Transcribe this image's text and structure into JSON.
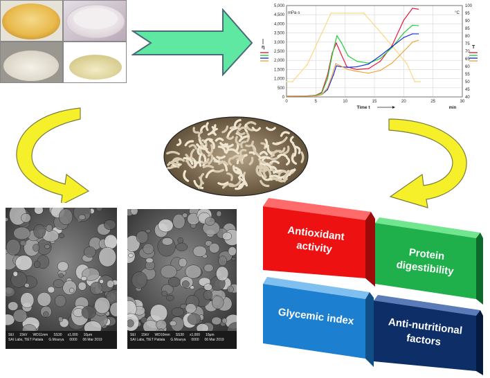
{
  "colors": {
    "arrow_green": "#5fe8a2",
    "arrow_yellow": "#f5f02a",
    "box_red": "#ee1111",
    "box_green": "#1fb04c",
    "box_blue": "#1c7fcf",
    "box_navy": "#0d2e66",
    "curve_red": "#e8173a",
    "curve_green": "#1fcf3a",
    "curve_blue": "#1830d8",
    "curve_orange": "#f3a23a",
    "temperature": "#ffd070"
  },
  "chart_data": {
    "type": "line",
    "xlabel": "Time t",
    "x_unit": "min",
    "y_left_unit": "mPa·s",
    "y_left_symbol": "η",
    "y_right_unit": "°C",
    "y_right_symbol": "T",
    "xlim": [
      0,
      30
    ],
    "ylim_left": [
      0,
      5000
    ],
    "ylim_right": [
      40,
      100
    ],
    "x_ticks": [
      "0",
      "5",
      "10",
      "15",
      "20",
      "25",
      "30"
    ],
    "y_left_ticks": [
      "0",
      "500",
      "1,000",
      "1,500",
      "2,000",
      "2,500",
      "3,000",
      "3,500",
      "4,000",
      "4,500",
      "5,000"
    ],
    "y_right_ticks": [
      "40",
      "45",
      "50",
      "55",
      "60",
      "65",
      "70",
      "75",
      "80",
      "85",
      "90",
      "95",
      "100"
    ],
    "grid": true,
    "temperature_profile": {
      "x": [
        0,
        1,
        3.5,
        7.6,
        13.2,
        16.6,
        20.5,
        21.9,
        22.8
      ],
      "y": [
        50,
        50,
        61,
        95,
        95,
        80,
        62,
        50,
        50
      ]
    },
    "series": [
      {
        "color": "#e8173a",
        "x": [
          0,
          3,
          5,
          6,
          7,
          7.8,
          8.5,
          9.3,
          10.3,
          12,
          14,
          16,
          18,
          20,
          21.5,
          22.5
        ],
        "y": [
          40,
          45,
          90,
          250,
          1200,
          2400,
          2950,
          2350,
          1650,
          1500,
          1550,
          1950,
          2800,
          4200,
          4850,
          4800
        ]
      },
      {
        "color": "#1fcf3a",
        "x": [
          0,
          3,
          5,
          6,
          7,
          7.8,
          8.6,
          9.4,
          10.5,
          12,
          14,
          16,
          18,
          20,
          21.5,
          22.5
        ],
        "y": [
          40,
          45,
          80,
          200,
          1000,
          2300,
          3350,
          2950,
          2250,
          1950,
          1850,
          2100,
          2700,
          3500,
          3920,
          3900
        ]
      },
      {
        "color": "#1830d8",
        "x": [
          0,
          3,
          5,
          6,
          7,
          8,
          8.5,
          9.3,
          10.5,
          12,
          14,
          16,
          18,
          20,
          21.5,
          22.5
        ],
        "y": [
          40,
          45,
          60,
          120,
          400,
          1200,
          1700,
          1650,
          1620,
          1650,
          1800,
          2250,
          2750,
          3250,
          3450,
          3450
        ]
      },
      {
        "color": "#f3a23a",
        "x": [
          0,
          3,
          5,
          6,
          7,
          7.8,
          8.4,
          9.2,
          10.5,
          12,
          14,
          16,
          18,
          20,
          21.5,
          22.5
        ],
        "y": [
          40,
          45,
          60,
          120,
          500,
          1200,
          1820,
          1700,
          1500,
          1400,
          1300,
          1450,
          1850,
          2500,
          3000,
          3100
        ]
      }
    ]
  },
  "sem_left": {
    "line1": [
      "SEI",
      "15kV",
      "WD11mm",
      "SS30",
      "x1,000",
      "10μm"
    ],
    "line2": [
      "SAI Labs, TIET Patiala",
      "G.Mourya",
      "0000",
      "06 Mar 2019"
    ]
  },
  "sem_right": {
    "line1": [
      "SEI",
      "15kV",
      "WD10mm",
      "SS30",
      "x1,000",
      "10μm"
    ],
    "line2": [
      "SAI Labs, TIET Patiala",
      "G.Mourya",
      "0000",
      "06 Mar 2019"
    ]
  },
  "boxes": {
    "antioxidant": [
      "Antioxidant",
      "activity"
    ],
    "protein": [
      "Protein",
      "digestibility"
    ],
    "glycemic": [
      "Glycemic index"
    ],
    "antinutritional": [
      "Anti-nutritional",
      "factors"
    ]
  }
}
